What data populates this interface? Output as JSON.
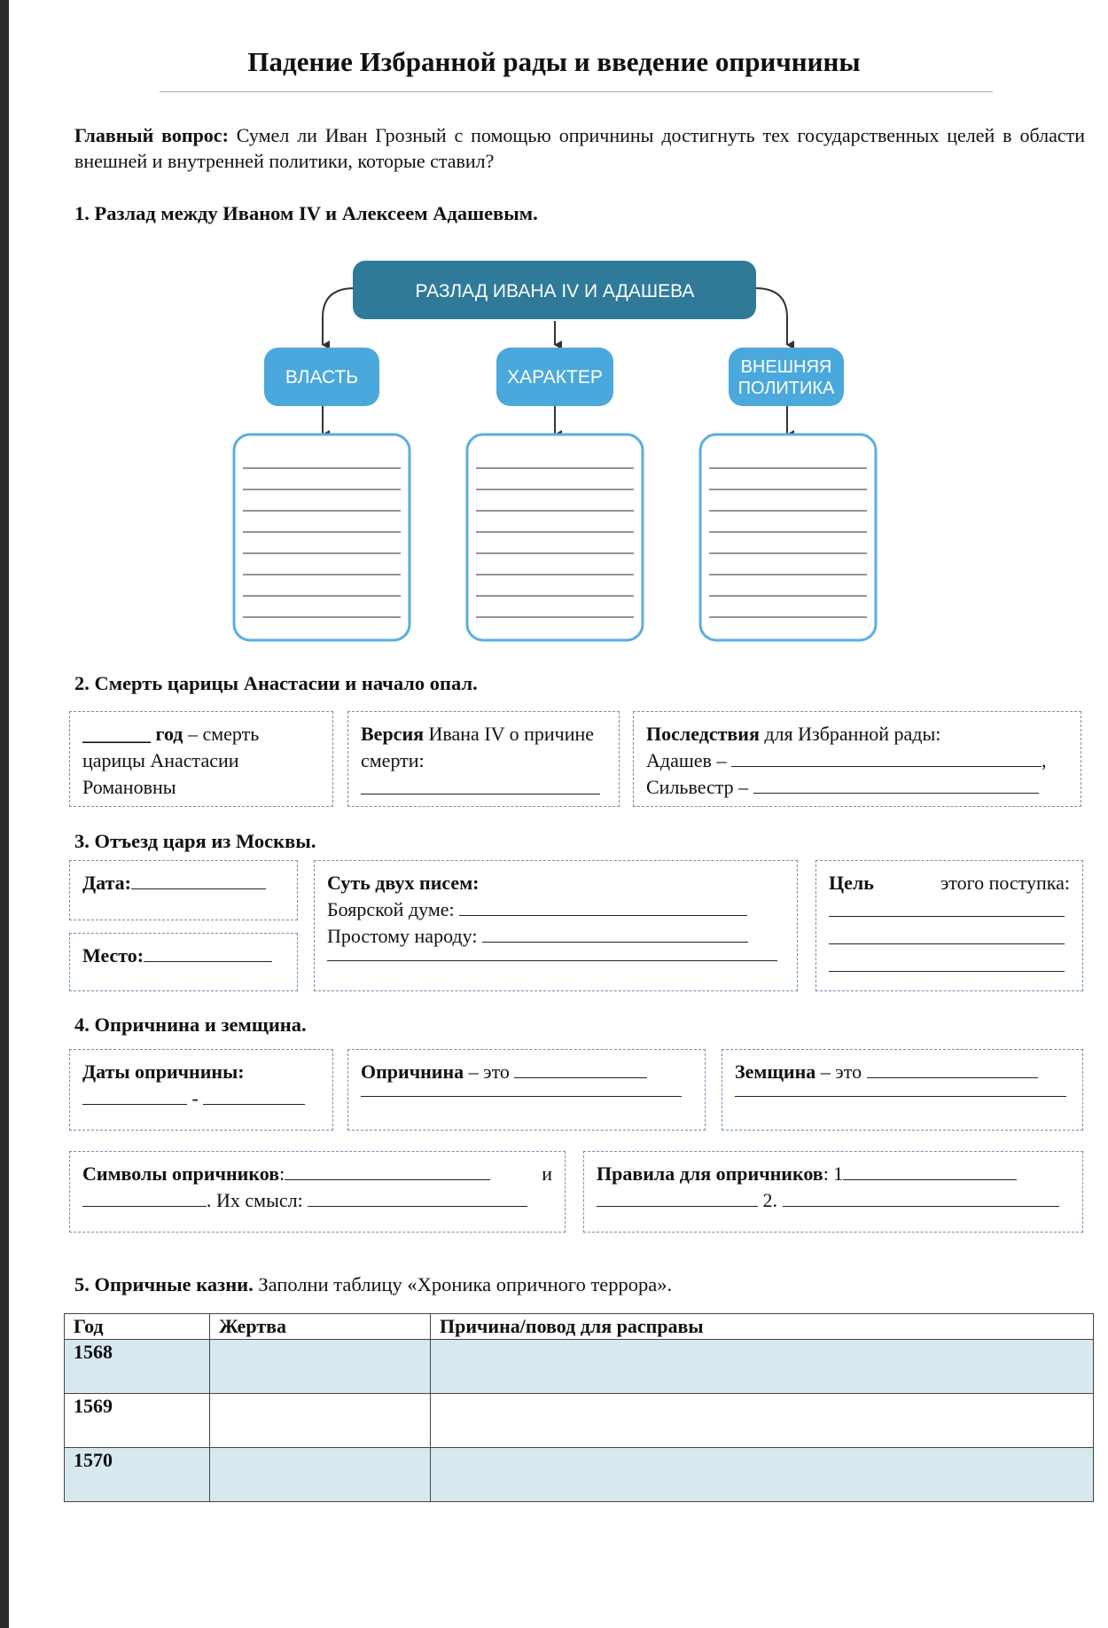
{
  "title": "Падение Избранной рады и введение опричнины",
  "main_question": {
    "label": "Главный вопрос:",
    "text": " Сумел ли Иван Грозный с помощью опричнины достигнуть тех государственных целей в области внешней и внутренней политики, которые ставил?"
  },
  "s1": {
    "heading": "1. Разлад между Иваном IV и Алексеем Адашевым.",
    "diagram": {
      "top": "РАЗЛАД ИВАНА IV И АДАШЕВА",
      "b1": "ВЛАСТЬ",
      "b2": "ХАРАКТЕР",
      "b3_line1": "ВНЕШНЯЯ",
      "b3_line2": "ПОЛИТИКА",
      "colors": {
        "dark": "#2f7a99",
        "light": "#4aa8dc",
        "border": "#5aaee0"
      }
    }
  },
  "s2": {
    "heading": "2. Смерть царицы Анастасии и начало опал.",
    "box1_blank": "_______",
    "box1_b": " год",
    "box1_t": " – смерть царицы Анастасии Романовны",
    "box2_b": "Версия",
    "box2_t": " Ивана IV о причине смерти:",
    "box3_b": "Последствия",
    "box3_t": " для Избранной рады:",
    "box3_l1": "Адашев –",
    "box3_comma": ",",
    "box3_l2": "Сильвестр –"
  },
  "s3": {
    "heading": "3. Отъезд царя из Москвы.",
    "date": "Дата:",
    "place": "Место:",
    "letters": "Суть двух писем:",
    "duma": "Боярской думе:",
    "people": "Простому народу:",
    "goal_b": "Цель",
    "goal_t": "этого поступка:"
  },
  "s4": {
    "heading": "4. Опричнина и земщина.",
    "dates": "Даты опричнины:",
    "dash": "-",
    "opr_b": "Опричнина",
    "opr_t": " – это",
    "zem_b": "Земщина",
    "zem_t": " – это",
    "sym_b": "Символы опричников",
    "sym_colon": ":",
    "sym_and": "и",
    "sym_meaning": ". Их смысл:",
    "rules_b": "Правила для опричников",
    "rules_1": ": 1",
    "rules_2": "2."
  },
  "s5": {
    "heading_b": "5. Опричные казни.",
    "heading_t": " Заполни таблицу «Хроника опричного террора».",
    "cols": [
      "Год",
      "Жертва",
      "Причина/повод для расправы"
    ],
    "years": [
      "1568",
      "1569",
      "1570"
    ]
  }
}
